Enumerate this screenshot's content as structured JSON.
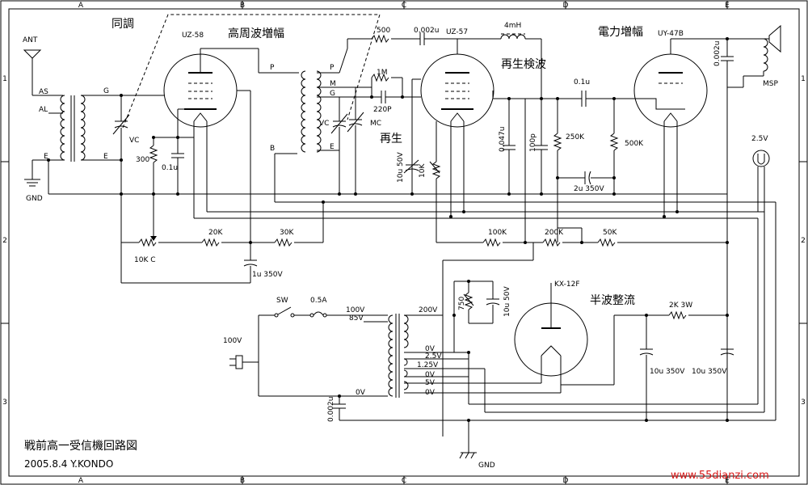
{
  "title": "戦前高一受信機回路図",
  "author": "2005.8.4 Y.KONDO",
  "watermark": "www.55dianzi.com",
  "sections": {
    "tuning": "同調",
    "rf_amp": "高周波増幅",
    "regen_det": "再生検波",
    "regen": "再生",
    "power_amp": "電力増幅",
    "rectifier": "半波整流"
  },
  "tubes": {
    "v1": "UZ-58",
    "v2": "UZ-57",
    "v3": "UY-47B",
    "v4": "KX-12F"
  },
  "components": {
    "ant": "ANT",
    "as": "AS",
    "al": "AL",
    "e1": "E",
    "e2": "E",
    "g1": "G",
    "vc1": "VC",
    "gnd_top": "GND",
    "r300": "300",
    "c01u_a": "0.1u",
    "p1": "P",
    "p2": "P",
    "m": "M",
    "g2": "G",
    "vc2": "VC",
    "mc": "MC",
    "b": "B",
    "e3": "E",
    "r500": "500",
    "c0002u_a": "0.002u",
    "l4mh": "4mH",
    "r1m": "1M",
    "c220p": "220P",
    "c10u50v_a": "10u 50V",
    "r10k": "10K",
    "c0047u": "0.047u",
    "c100p": "100p",
    "c01u_b": "0.1u",
    "r250k": "250K",
    "r500k": "500K",
    "c2u350v": "2u 350V",
    "c0002u_b": "0.002u",
    "msp": "MSP",
    "v25": "2.5V",
    "r10kc": "10K C",
    "r20k": "20K",
    "r30k": "30K",
    "c1u350v": "1u 350V",
    "r100k": "100K",
    "r200k": "200K",
    "r50k": "50K",
    "sw": "SW",
    "fuse": "0.5A",
    "v100_in": "100V",
    "v100": "100V",
    "v85": "85V",
    "v0_pri": "0V",
    "c0002u_c": "0.002u",
    "v200": "200V",
    "r750": "750",
    "c10u50v_b": "10u 50V",
    "s0v_a": "0V",
    "s25v": "2.5V",
    "s125v": "1.25V",
    "s0v_b": "0V",
    "s5v": "5V",
    "s0v_c": "0V",
    "r2k3w": "2K 3W",
    "c10u350v_a": "10u 350V",
    "c10u350v_b": "10u 350V",
    "gnd_bot": "GND"
  },
  "grid": {
    "top": [
      "A",
      "B",
      "C",
      "D",
      "E"
    ],
    "bottom": [
      "A",
      "B",
      "C",
      "D",
      "E"
    ],
    "left": [
      "1",
      "2",
      "3"
    ],
    "right": [
      "1",
      "2",
      "3"
    ]
  }
}
